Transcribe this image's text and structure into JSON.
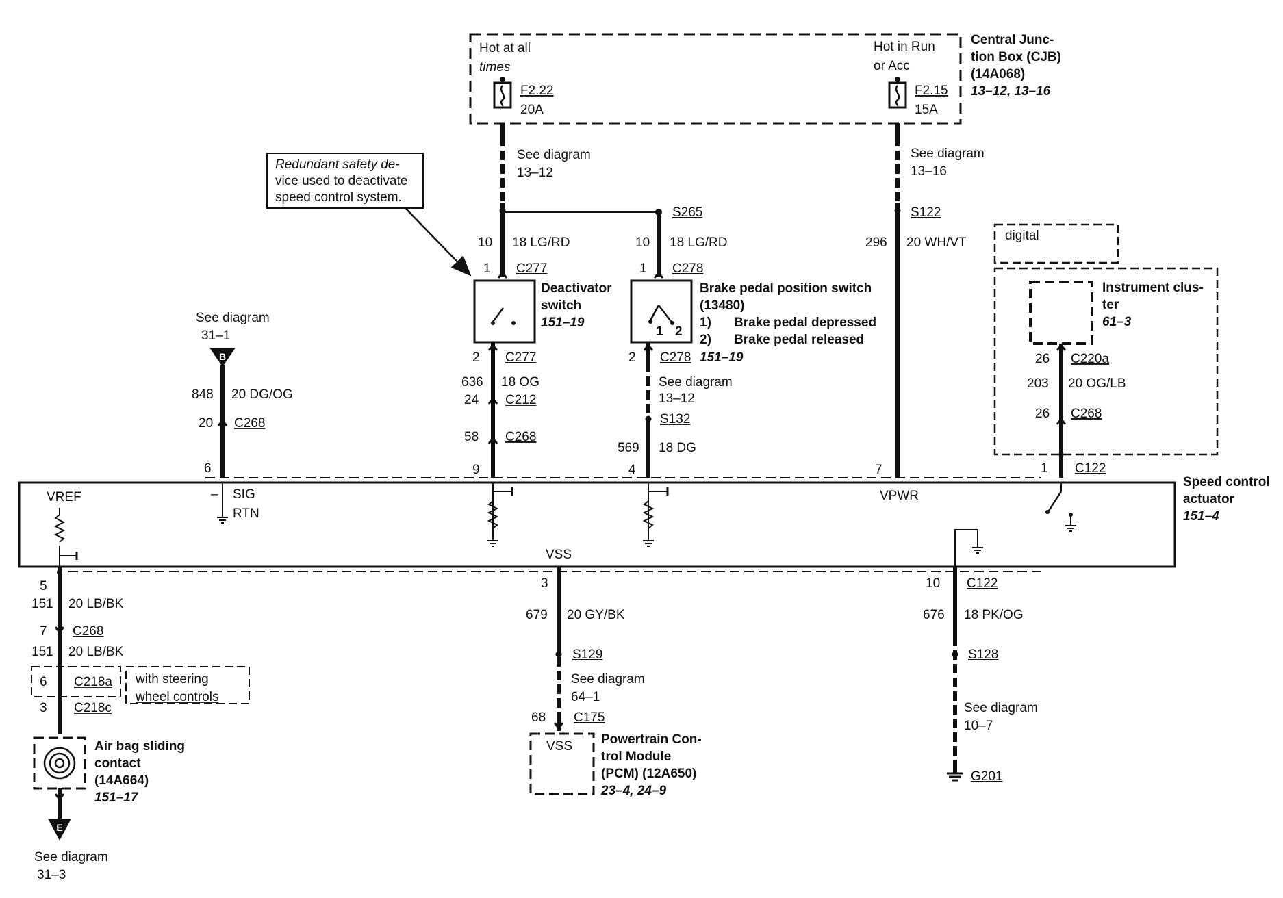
{
  "cjb": {
    "hot_all_1": "Hot at all",
    "hot_all_2": "times",
    "hot_run_1": "Hot in Run",
    "hot_run_2": "or Acc",
    "fuse1_id": "F2.22",
    "fuse1_amp": "20A",
    "fuse2_id": "F2.15",
    "fuse2_amp": "15A",
    "title_1": "Central Junc-",
    "title_2": "tion Box (CJB)",
    "title_3": "(14A068)",
    "refs": "13–12, 13–16"
  },
  "note": {
    "line1": "Redundant safety de-",
    "line2": "vice used to deactivate",
    "line3": "speed control system."
  },
  "see": {
    "see_diagram": "See diagram",
    "d13_12": "13–12",
    "d13_16": "13–16",
    "d31_1": "31–1",
    "d31_3": "31–3",
    "d64_1": "64–1",
    "d10_7": "10–7"
  },
  "splices": {
    "s265": "S265",
    "s122": "S122",
    "s132": "S132",
    "s129": "S129",
    "s128": "S128"
  },
  "wires": {
    "w10a_pin": "10",
    "w10a_label": "18 LG/RD",
    "w10b_pin": "10",
    "w10b_label": "18 LG/RD",
    "w296_pin": "296",
    "w296_label": "20 WH/VT",
    "w848_pin": "848",
    "w848_label": "20 DG/OG",
    "w636_pin": "636",
    "w636_label": "18 OG",
    "w569_pin": "569",
    "w569_label": "18 DG",
    "w203_pin": "203",
    "w203_label": "20 OG/LB",
    "w151a_pin": "151",
    "w151a_label": "20 LB/BK",
    "w151b_pin": "151",
    "w151b_label": "20 LB/BK",
    "w679_pin": "679",
    "w679_label": "20 GY/BK",
    "w676_pin": "676",
    "w676_label": "18 PK/OG"
  },
  "connectors": {
    "c277": "C277",
    "c278": "C278",
    "c212": "C212",
    "c268": "C268",
    "c220a": "C220a",
    "c122": "C122",
    "c218a": "C218a",
    "c218c": "C218c",
    "c175": "C175"
  },
  "pins": {
    "p1": "1",
    "p2": "2",
    "p24": "24",
    "p20": "20",
    "p58": "58",
    "p6": "6",
    "p9": "9",
    "p4": "4",
    "p7": "7",
    "p26": "26",
    "p1b": "1",
    "p5": "5",
    "p3": "3",
    "p10": "10",
    "p7b": "7",
    "p6b": "6",
    "p3b": "3",
    "p68": "68"
  },
  "deactivator": {
    "name_1": "Deactivator",
    "name_2": "switch",
    "ref": "151–19"
  },
  "brake": {
    "name_1": "Brake pedal position switch",
    "name_2": "(13480)",
    "n1": "1)",
    "state_1": "Brake pedal depressed",
    "n2": "2)",
    "state_2": "Brake pedal released",
    "ref": "151–19",
    "pos1": "1",
    "pos2": "2"
  },
  "cluster": {
    "digital": "digital",
    "name_1": "Instrument clus-",
    "name_2": "ter",
    "ref": "61–3"
  },
  "actuator": {
    "vref": "VREF",
    "sig": "SIG",
    "rtn": "RTN",
    "minus": "–",
    "vpwr": "VPWR",
    "vss": "VSS",
    "name_1": "Speed control",
    "name_2": "actuator",
    "ref": "151–4"
  },
  "airbag": {
    "name_1": "Air bag sliding",
    "name_2": "contact",
    "name_3": "(14A664)",
    "ref": "151–17"
  },
  "steering": {
    "line1": "with steering",
    "line2": "wheel controls"
  },
  "pcm": {
    "vss": "VSS",
    "name_1": "Powertrain Con-",
    "name_2": "trol Module",
    "name_3": "(PCM) (12A650)",
    "ref": "23–4, 24–9"
  },
  "ground": {
    "g201": "G201"
  },
  "page_ref": {
    "b": "B",
    "e": "E"
  }
}
